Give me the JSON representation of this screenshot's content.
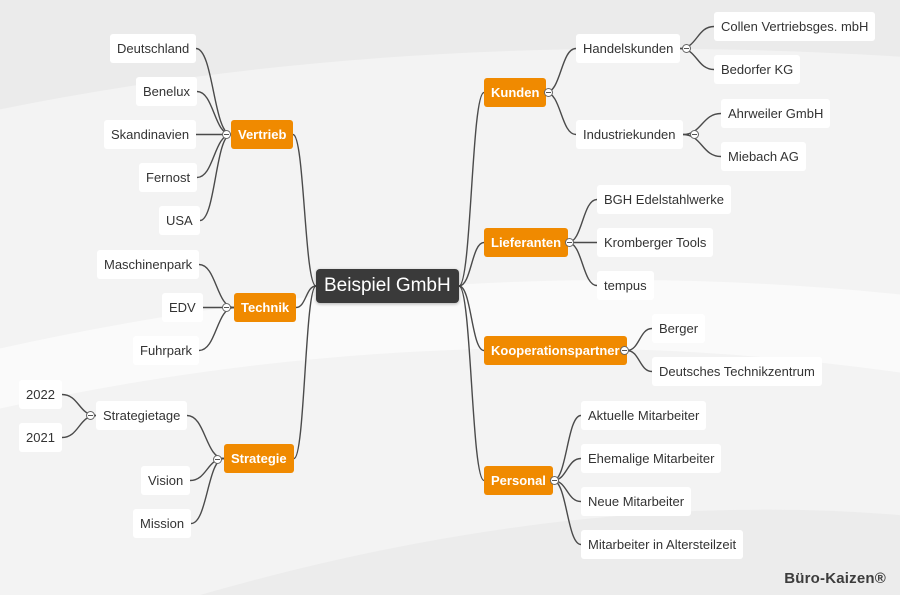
{
  "root": {
    "label": "Beispiel GmbH"
  },
  "branches": {
    "vertrieb": {
      "label": "Vertrieb",
      "children": [
        "Deutschland",
        "Benelux",
        "Skandinavien",
        "Fernost",
        "USA"
      ]
    },
    "technik": {
      "label": "Technik",
      "children": [
        "Maschinenpark",
        "EDV",
        "Fuhrpark"
      ]
    },
    "strategie": {
      "label": "Strategie",
      "strategietage": {
        "label": "Strategietage",
        "children": [
          "2022",
          "2021"
        ]
      },
      "children": [
        "Vision",
        "Mission"
      ]
    },
    "kunden": {
      "label": "Kunden",
      "handelskunden": {
        "label": "Handelskunden",
        "children": [
          "Collen Vertriebsges. mbH",
          "Bedorfer KG"
        ]
      },
      "industriekunden": {
        "label": "Industriekunden",
        "children": [
          "Ahrweiler GmbH",
          "Miebach AG"
        ]
      }
    },
    "lieferanten": {
      "label": "Lieferanten",
      "children": [
        "BGH Edelstahlwerke",
        "Kromberger Tools",
        "tempus"
      ]
    },
    "kooperationspartner": {
      "label": "Kooperationspartner",
      "children": [
        "Berger",
        "Deutsches Technikzentrum"
      ]
    },
    "personal": {
      "label": "Personal",
      "children": [
        "Aktuelle Mitarbeiter",
        "Ehemalige Mitarbeiter",
        "Neue Mitarbeiter",
        "Mitarbeiter in Altersteilzeit"
      ]
    }
  },
  "brand": "Büro-Kaizen®",
  "colors": {
    "branch": "#f08a00",
    "root": "#3a3a3a",
    "line": "#4a4a4a",
    "leaf_bg": "#ffffff"
  }
}
